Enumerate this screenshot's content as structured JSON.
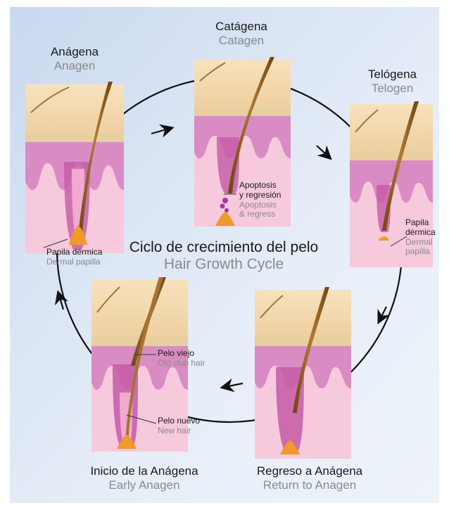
{
  "title": {
    "es": "Ciclo de crecimiento del pelo",
    "en": "Hair Growth Cycle"
  },
  "phases": [
    {
      "es": "Anágena",
      "en": "Anagen"
    },
    {
      "es": "Catágena",
      "en": "Catagen"
    },
    {
      "es": "Telógena",
      "en": "Telogen"
    },
    {
      "es": "Regreso a Anágena",
      "en": "Return to Anagen"
    },
    {
      "es": "Inicio de la Anágena",
      "en": "Early Anagen"
    }
  ],
  "annotations": {
    "anagen_papilla": {
      "es": "Papila dérmica",
      "en": "Dermal papilla"
    },
    "catagen": {
      "es1": "Apoptosis",
      "es2": "y regresión",
      "en1": "Apoptosis",
      "en2": "& regress"
    },
    "telogen_papilla": {
      "es1": "Papila",
      "es2": "dérmica",
      "en1": "Dermal",
      "en2": "papilla"
    },
    "old_hair": {
      "es": "Pelo viejo",
      "en": "Old club hair"
    },
    "new_hair": {
      "es": "Pelo nuevo",
      "en": "New hair"
    }
  },
  "colors": {
    "skin_top": "#f3dcb5",
    "dermis": "#d68ac3",
    "tissue": "#f5c7dd",
    "hair": "#8a5a20",
    "bulb": "#f09a2b",
    "text_es": "#1a1a1a",
    "text_en": "#8a8a8a",
    "arrow": "#111111"
  }
}
